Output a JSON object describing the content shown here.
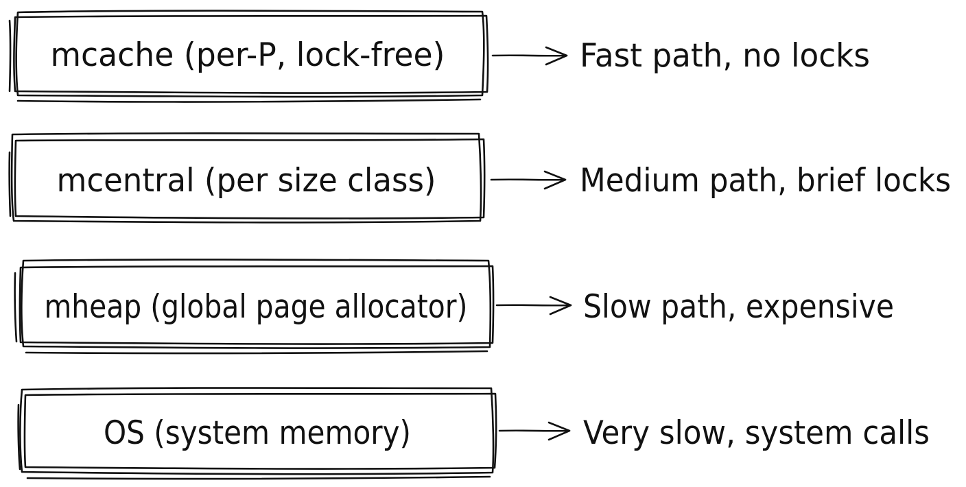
{
  "diagram": {
    "layers": [
      {
        "box_label": "mcache (per-P, lock-free)",
        "description": "Fast path, no locks"
      },
      {
        "box_label": "mcentral (per size class)",
        "description": "Medium path, brief locks"
      },
      {
        "box_label": "mheap (global page allocator)",
        "description": "Slow path, expensive"
      },
      {
        "box_label": "OS (system memory)",
        "description": "Very slow, system calls"
      }
    ]
  },
  "style": {
    "stroke_color": "#111111",
    "background_color": "#ffffff"
  }
}
